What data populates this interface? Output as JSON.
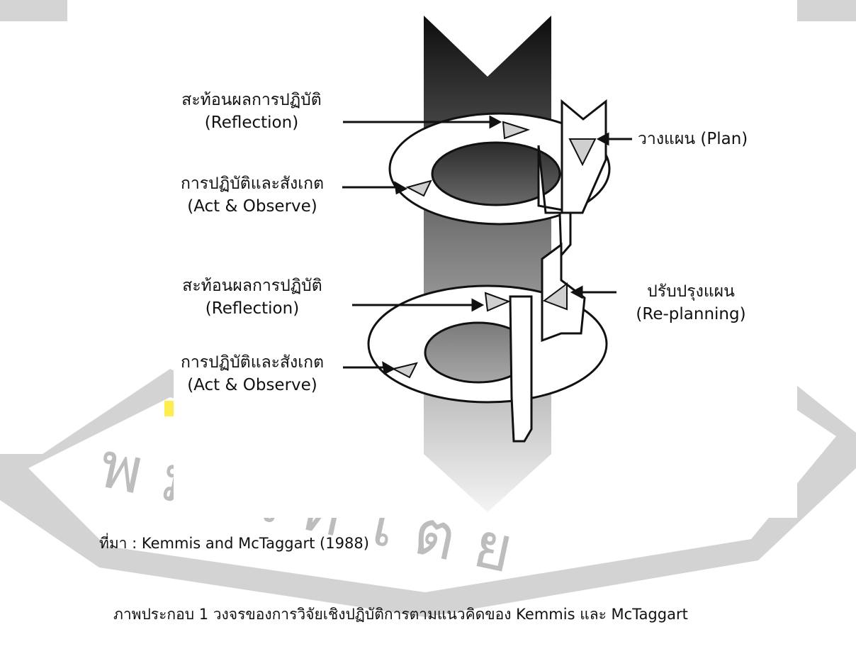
{
  "labels": {
    "reflection_1": {
      "thai": "สะท้อนผลการปฏิบัติ",
      "en": "(Reflection)"
    },
    "act_observe_1": {
      "thai": "การปฏิบัติและสังเกต",
      "en": "(Act & Observe)"
    },
    "plan": {
      "text": "วางแผน (Plan)"
    },
    "reflection_2": {
      "thai": "สะท้อนผลการปฏิบัติ",
      "en": "(Reflection)"
    },
    "re_planning": {
      "thai": "ปรับปรุงแผน",
      "en": "(Re-planning)"
    },
    "act_observe_2": {
      "thai": "การปฏิบัติและสังเกต",
      "en": "(Act & Observe)"
    }
  },
  "source": "ที่มา : Kemmis and McTaggart (1988)",
  "caption": "ภาพประกอบ 1 วงจรของการวิจัยเชิงปฏิบัติการตามแนวคิดของ Kemmis และ McTaggart",
  "watermark": {
    "text": "พ ม ณ ทิ โ ต ย",
    "color": "#cccccc",
    "accent": "#ffeb3b"
  },
  "colors": {
    "column_top": "#111111",
    "column_bottom": "#f2f2f2",
    "spiral_fill": "#ffffff",
    "outline": "#111111",
    "triangle_fill": "#cfcfcf"
  }
}
